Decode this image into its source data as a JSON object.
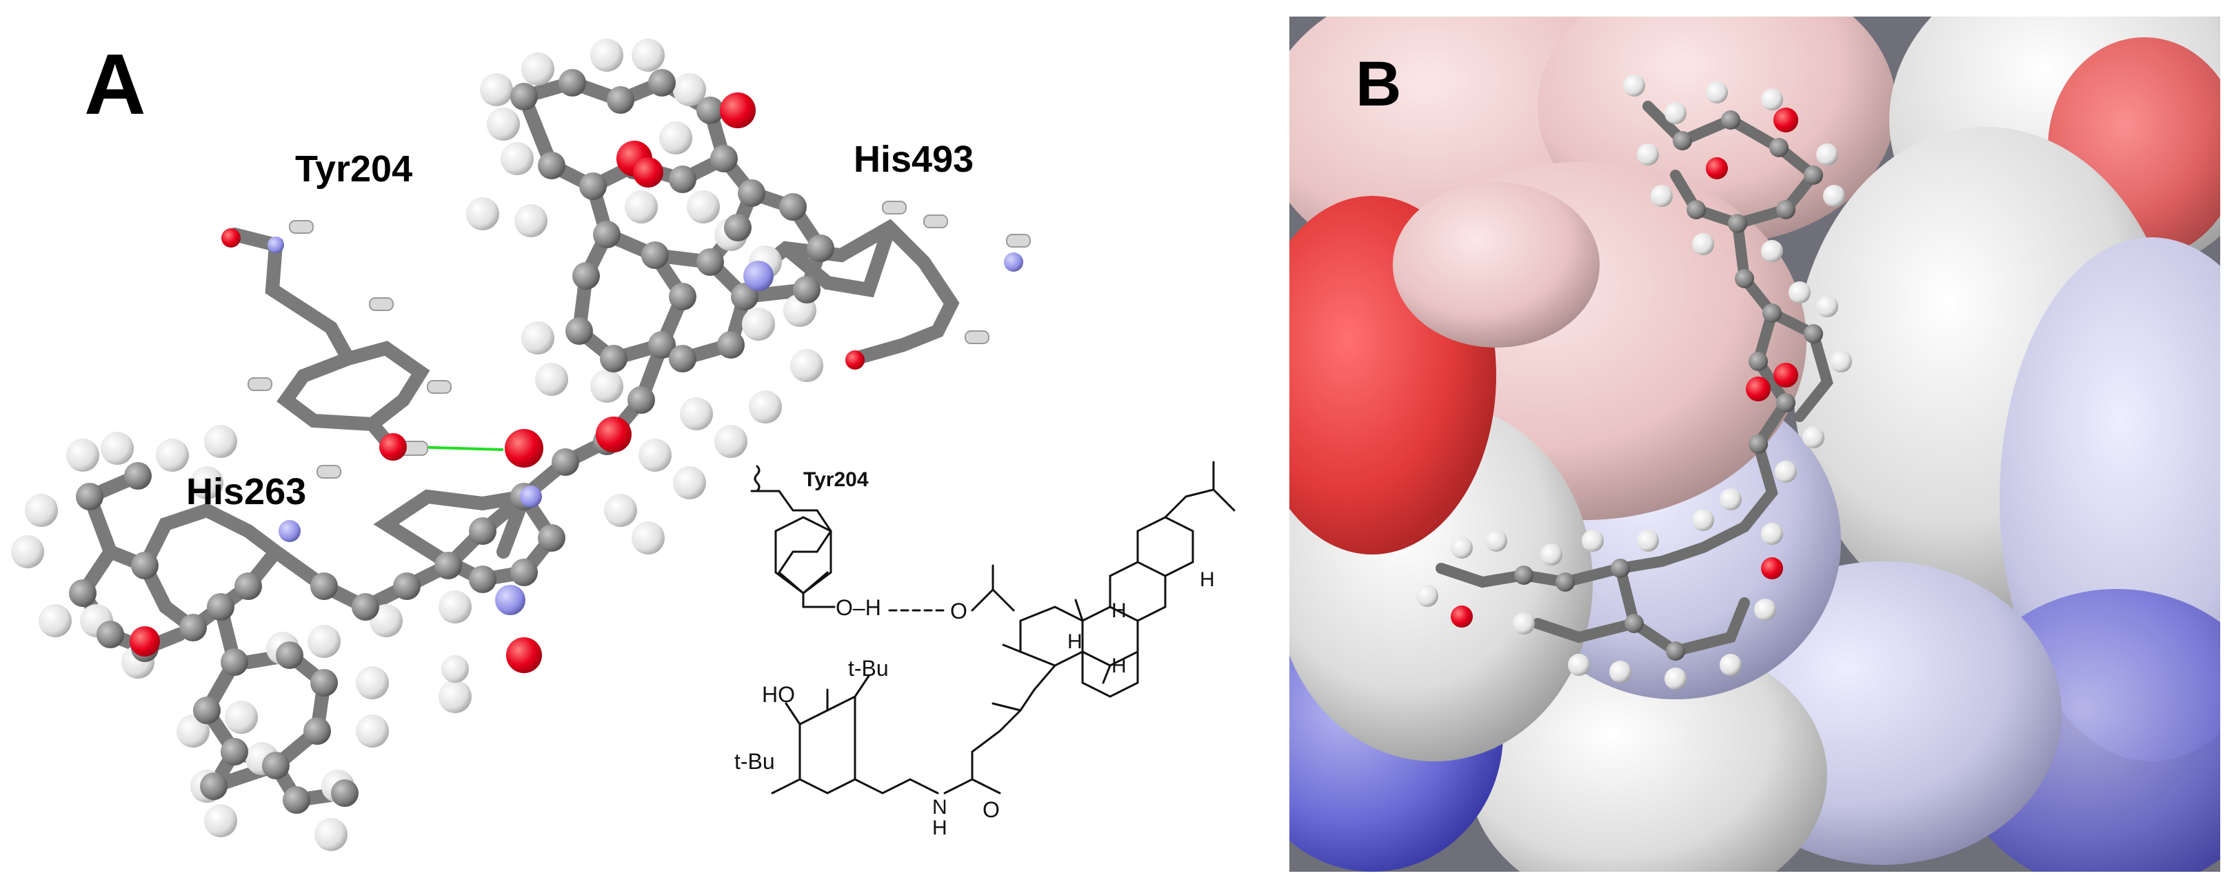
{
  "panel_a": {
    "letter": "A",
    "residues": {
      "tyr204": "Tyr204",
      "his493": "His493",
      "his263": "His263"
    },
    "structure": {
      "tyr_label": "Tyr204",
      "oh_link": "O–H",
      "o": "O",
      "h1": "H",
      "h2": "H",
      "h3": "H",
      "h4": "H",
      "ho": "HO",
      "tbu_top": "t-Bu",
      "tbu_left": "t-Bu",
      "nh": "N",
      "nh_h": "H",
      "o_amide": "O"
    }
  },
  "panel_b": {
    "letter": "B"
  },
  "colors": {
    "carbon": "#8a8a8a",
    "hydrogen": "#f2f2f2",
    "oxygen": "#e8001c",
    "nitrogen": "#8f8fe6",
    "hbond": "#22dd22",
    "surface_red": "#e23a3a",
    "surface_blue": "#5a5ad2",
    "surface_white": "#e6e6e6"
  }
}
